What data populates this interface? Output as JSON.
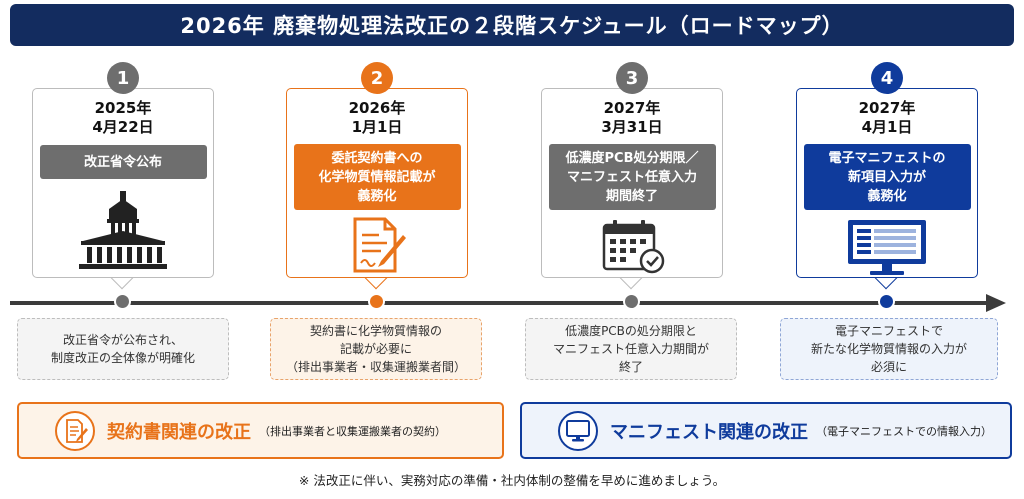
{
  "title": "2026年 廃棄物処理法改正の２段階スケジュール（ロードマップ）",
  "colors": {
    "navy": "#132c5f",
    "gray": "#6e6e6e",
    "orange": "#e8731a",
    "blue": "#0f3b9c",
    "orange_light": "#fdf3e8",
    "blue_light": "#eef3fb"
  },
  "steps": [
    {
      "number": "1",
      "date_line1": "2025年",
      "date_line2": "4月22日",
      "label_lines": [
        "改正省令公布"
      ],
      "icon": "government-building-icon",
      "note_lines": [
        "改正省令が公布され、",
        "制度改正の全体像が明確化"
      ]
    },
    {
      "number": "2",
      "date_line1": "2026年",
      "date_line2": "1月1日",
      "label_lines": [
        "委託契約書への",
        "化学物質情報記載が",
        "義務化"
      ],
      "icon": "contract-document-icon",
      "note_lines": [
        "契約書に化学物質情報の",
        "記載が必要に",
        "（排出事業者・収集運搬業者間）"
      ]
    },
    {
      "number": "3",
      "date_line1": "2027年",
      "date_line2": "3月31日",
      "label_lines": [
        "低濃度PCB処分期限／",
        "マニフェスト任意入力",
        "期間終了"
      ],
      "icon": "calendar-check-icon",
      "note_lines": [
        "低濃度PCBの処分期限と",
        "マニフェスト任意入力期間が",
        "終了"
      ]
    },
    {
      "number": "4",
      "date_line1": "2027年",
      "date_line2": "4月1日",
      "label_lines": [
        "電子マニフェストの",
        "新項目入力が",
        "義務化"
      ],
      "icon": "monitor-form-icon",
      "note_lines": [
        "電子マニフェストで",
        "新たな化学物質情報の入力が",
        "必須に"
      ]
    }
  ],
  "categories": [
    {
      "title": "契約書関連の改正",
      "subtitle": "（排出事業者と収集運搬業者の契約）",
      "icon": "contract-document-icon"
    },
    {
      "title": "マニフェスト関連の改正",
      "subtitle": "（電子マニフェストでの情報入力）",
      "icon": "monitor-icon"
    }
  ],
  "footnote": "※ 法改正に伴い、実務対応の準備・社内体制の整備を早めに進めましょう。"
}
